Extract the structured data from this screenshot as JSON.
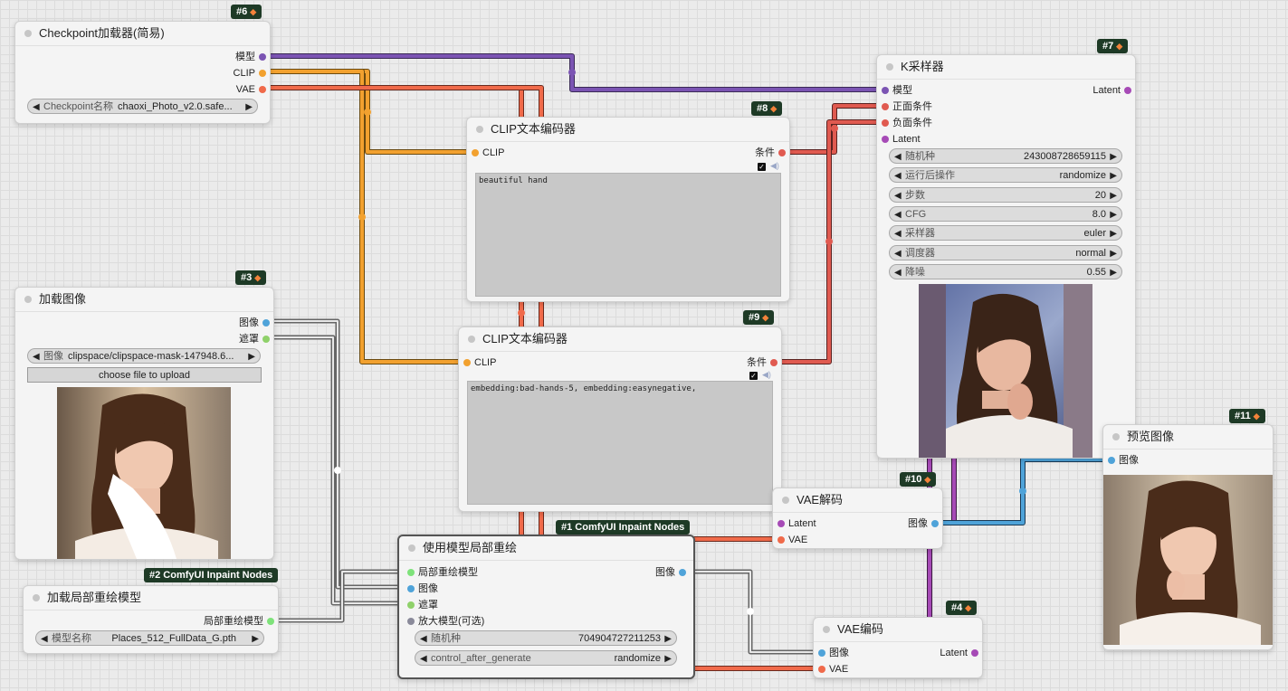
{
  "colors": {
    "model": "#7b54b3",
    "clip": "#f2a12f",
    "vae": "#f06a4a",
    "cond": "#e05a50",
    "latent": "#a64ab6",
    "image": "#4fa3d9",
    "mask": "#8fd16a",
    "inpaint": "#7ee27a",
    "upscale": "#8a8a9a",
    "badge_bg": "#1e3a26",
    "badge_icon": "#f3823a"
  },
  "icons": {
    "badge": "fox-icon",
    "speaker": "speaker-icon",
    "checkbox": "checkmark-icon"
  },
  "nodes": {
    "ckpt": {
      "badge": "#6",
      "title": "Checkpoint加载器(简易)",
      "outputs": [
        "模型",
        "CLIP",
        "VAE"
      ],
      "widget": {
        "label": "Checkpoint名称",
        "value": "chaoxi_Photo_v2.0.safe..."
      }
    },
    "ksampler": {
      "badge": "#7",
      "title": "K采样器",
      "inputs": [
        "模型",
        "正面条件",
        "负面条件",
        "Latent"
      ],
      "output": "Latent",
      "widgets": [
        {
          "label": "随机种",
          "value": "243008728659115"
        },
        {
          "label": "运行后操作",
          "value": "randomize"
        },
        {
          "label": "步数",
          "value": "20"
        },
        {
          "label": "CFG",
          "value": "8.0"
        },
        {
          "label": "采样器",
          "value": "euler"
        },
        {
          "label": "调度器",
          "value": "normal"
        },
        {
          "label": "降噪",
          "value": "0.55"
        }
      ]
    },
    "clip_pos": {
      "badge": "#8",
      "title": "CLIP文本编码器",
      "input": "CLIP",
      "output": "条件",
      "text": "beautiful hand"
    },
    "clip_neg": {
      "badge": "#9",
      "title": "CLIP文本编码器",
      "input": "CLIP",
      "output": "条件",
      "text": "embedding:bad-hands-5, embedding:easynegative,"
    },
    "load_image": {
      "badge": "#3",
      "title": "加载图像",
      "outputs": [
        "图像",
        "遮罩"
      ],
      "widget": {
        "label": "图像",
        "value": "clipspace/clipspace-mask-147948.6..."
      },
      "button": "choose file to upload"
    },
    "load_inpaint": {
      "badge": "#2 ComfyUI Inpaint Nodes",
      "title": "加载局部重绘模型",
      "output": "局部重绘模型",
      "widget": {
        "label": "模型名称",
        "value": "Places_512_FullData_G.pth"
      }
    },
    "inpaint": {
      "badge": "#1 ComfyUI Inpaint Nodes",
      "title": "使用模型局部重绘",
      "inputs": [
        "局部重绘模型",
        "图像",
        "遮罩",
        "放大模型(可选)"
      ],
      "output": "图像",
      "widgets": [
        {
          "label": "随机种",
          "value": "704904727211253"
        },
        {
          "label": "control_after_generate",
          "value": "randomize"
        }
      ]
    },
    "vae_decode": {
      "badge": "#10",
      "title": "VAE解码",
      "inputs": [
        "Latent",
        "VAE"
      ],
      "output": "图像"
    },
    "vae_encode": {
      "badge": "#4",
      "title": "VAE编码",
      "inputs": [
        "图像",
        "VAE"
      ],
      "output": "Latent"
    },
    "preview": {
      "badge": "#11",
      "title": "预览图像",
      "input": "图像"
    }
  }
}
